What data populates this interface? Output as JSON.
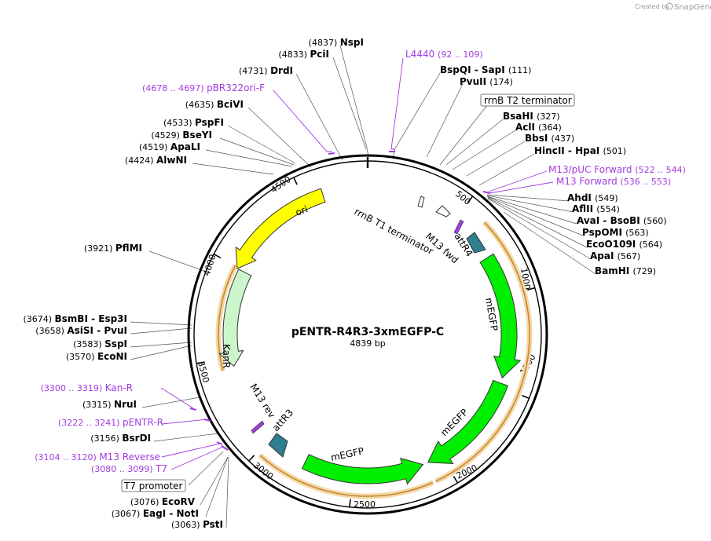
{
  "credit": {
    "prefix": "Created by",
    "brand": "SnapGene"
  },
  "plasmid": {
    "name": "pENTR-R4R3-3xmEGFP-C",
    "length_label": "4839 bp",
    "length": 4839
  },
  "ticks": [
    "500",
    "1000",
    "1500",
    "2000",
    "2500",
    "3000",
    "3500",
    "4000",
    "4500"
  ],
  "features": [
    {
      "name": "ori",
      "color": "#ffff00"
    },
    {
      "name": "KanR",
      "color": "#ccf5cc"
    },
    {
      "name": "mEGFP",
      "color": "#00ee00"
    },
    {
      "name": "mEGFP",
      "color": "#00ee00"
    },
    {
      "name": "mEGFP",
      "color": "#00ee00"
    },
    {
      "name": "attR4",
      "color": "#2e7f8f"
    },
    {
      "name": "attR3",
      "color": "#2e7f8f"
    },
    {
      "name": "rrnB T1 terminator",
      "color": "#ffffff"
    },
    {
      "name": "M13 fwd",
      "color": "#a23be0"
    },
    {
      "name": "M13 rev",
      "color": "#a23be0"
    }
  ],
  "boxed_labels": [
    "rrnB T2 terminator",
    "T7 promoter"
  ],
  "sites": [
    {
      "pos": "(4837)",
      "name": "NspI"
    },
    {
      "pos": "(4833)",
      "name": "PciI"
    },
    {
      "pos": "(4731)",
      "name": "DrdI"
    },
    {
      "pos": "(4635)",
      "name": "BciVI"
    },
    {
      "pos": "(4533)",
      "name": "PspFI"
    },
    {
      "pos": "(4529)",
      "name": "BseYI"
    },
    {
      "pos": "(4519)",
      "name": "ApaLI"
    },
    {
      "pos": "(4424)",
      "name": "AlwNI"
    },
    {
      "pos": "(3921)",
      "name": "PflMI"
    },
    {
      "pos": "(3674)",
      "name": "BsmBI - Esp3I"
    },
    {
      "pos": "(3658)",
      "name": "AsiSI - PvuI"
    },
    {
      "pos": "(3583)",
      "name": "SspI"
    },
    {
      "pos": "(3570)",
      "name": "EcoNI"
    },
    {
      "pos": "(3315)",
      "name": "NruI"
    },
    {
      "pos": "(3156)",
      "name": "BsrDI"
    },
    {
      "pos": "(3076)",
      "name": "EcoRV"
    },
    {
      "pos": "(3067)",
      "name": "EagI - NotI"
    },
    {
      "pos": "(3063)",
      "name": "PstI"
    },
    {
      "pos": "(111)",
      "name": "BspQI - SapI"
    },
    {
      "pos": "(174)",
      "name": "PvuII"
    },
    {
      "pos": "(327)",
      "name": "BsaHI"
    },
    {
      "pos": "(364)",
      "name": "AclI"
    },
    {
      "pos": "(437)",
      "name": "BbsI"
    },
    {
      "pos": "(501)",
      "name": "HincII - HpaI"
    },
    {
      "pos": "(549)",
      "name": "AhdI"
    },
    {
      "pos": "(554)",
      "name": "AflII"
    },
    {
      "pos": "(560)",
      "name": "AvaI - BsoBI"
    },
    {
      "pos": "(563)",
      "name": "PspOMI"
    },
    {
      "pos": "(564)",
      "name": "EcoO109I"
    },
    {
      "pos": "(567)",
      "name": "ApaI"
    },
    {
      "pos": "(729)",
      "name": "BamHI"
    }
  ],
  "primers": [
    {
      "name": "L4440",
      "range": "(92 .. 109)"
    },
    {
      "name": "pBR322ori-F",
      "range": "(4678 .. 4697)"
    },
    {
      "name": "M13/pUC Forward",
      "range": "(522 .. 544)"
    },
    {
      "name": "M13 Forward",
      "range": "(536 .. 553)"
    },
    {
      "name": "Kan-R",
      "range": "(3300 .. 3319)"
    },
    {
      "name": "pENTR-R",
      "range": "(3222 .. 3241)"
    },
    {
      "name": "M13 Reverse",
      "range": "(3104 .. 3120)"
    },
    {
      "name": "T7",
      "range": "(3080 .. 3099)"
    }
  ],
  "colors": {
    "primer": "#a23be0",
    "backbone": "#000000",
    "orf_halo": "#f0c080",
    "orf_line": "#c8862e"
  }
}
